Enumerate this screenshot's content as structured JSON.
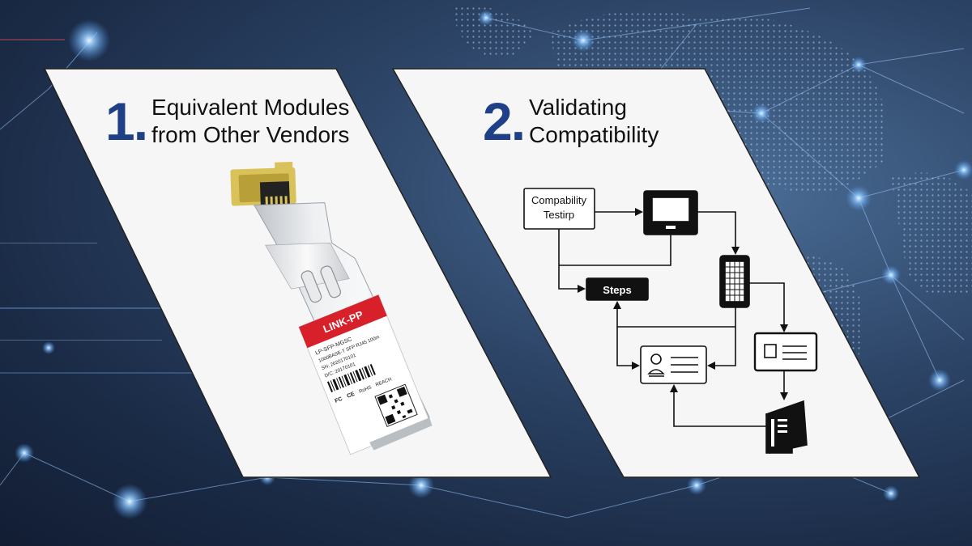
{
  "panel1": {
    "number": "1.",
    "title_line1": "Equivalent Modules",
    "title_line2": "from Other Vendors",
    "module": {
      "brand": "LINK-PP",
      "label_lines": [
        "LP-SFP-MGSC",
        "1000BASE-T SFP RJ45 100m",
        "SN: 2020170101",
        "D/C: 20170101"
      ],
      "marks": [
        "FC",
        "CE",
        "RoHS",
        "REACH"
      ]
    }
  },
  "panel2": {
    "number": "2.",
    "title_line1": "Validating",
    "title_line2": "Compatibility",
    "diagram": {
      "box_compat_line1": "Compability",
      "box_compat_line2": "Testirp",
      "box_steps": "Steps",
      "icons": [
        "monitor-icon",
        "tablet-icon",
        "id-card-icon",
        "document-card-icon",
        "server-icon"
      ]
    }
  },
  "colors": {
    "number_blue": "#1f3f86",
    "panel_bg": "#f7f7f7",
    "module_red": "#d8202a",
    "connector_gold": "#d9c25a"
  }
}
